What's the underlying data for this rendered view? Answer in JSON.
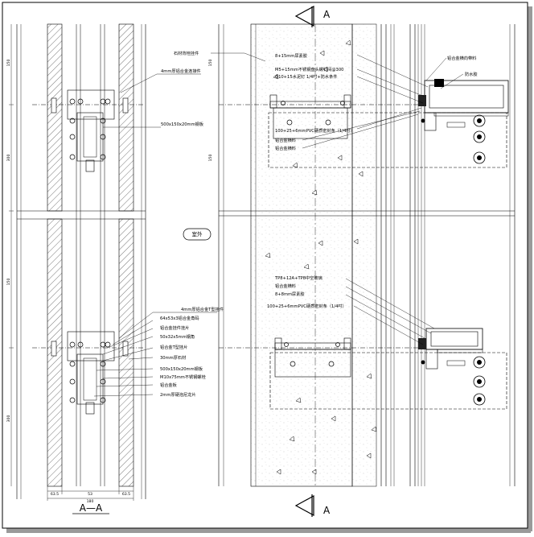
{
  "section_mark": "A",
  "section_title": "A—A",
  "outdoor_label": "室外",
  "upper_left_labels": [
    "4mm厚铝合金连接件",
    "500x150x20mm钢板"
  ],
  "upper_right_labels": [
    "石材背栓挂件",
    "8+15mm尿素胶",
    "M5+15mm不锈钢盘头螺钉间@300",
    "Φ10+15水泥钉 1/4吋+防水条件",
    "铝合金横向带料",
    "防水胶",
    "100+25+6mmPVC硬质密封条（1/4吋）",
    "铝合金横料",
    "铝合金横料"
  ],
  "lower_right_labels": [
    "TP8+12A+TP8中空玻璃",
    "铝合金横料",
    "8+8mm尿素胶",
    "100+25+6mmPVC硬质密封条（1/4吋）"
  ],
  "lower_left_labels": [
    "4mm厚铝合金T型挂件",
    "64x53x3铝合金角码",
    "铝合金挂件挂片",
    "50x32x5mm钢角",
    "铝合金T型挂片",
    "30mm厚石材",
    "500x150x20mm钢板",
    "M10x75mm不锈钢螺栓",
    "铝合金板",
    "2mm厚硬泡尼龙片"
  ],
  "bottom_dims": [
    "63.5",
    "53",
    "63.5"
  ],
  "bottom_total": "180",
  "vertical_dims": [
    "150",
    "300",
    "150",
    "150",
    "300",
    "150"
  ]
}
